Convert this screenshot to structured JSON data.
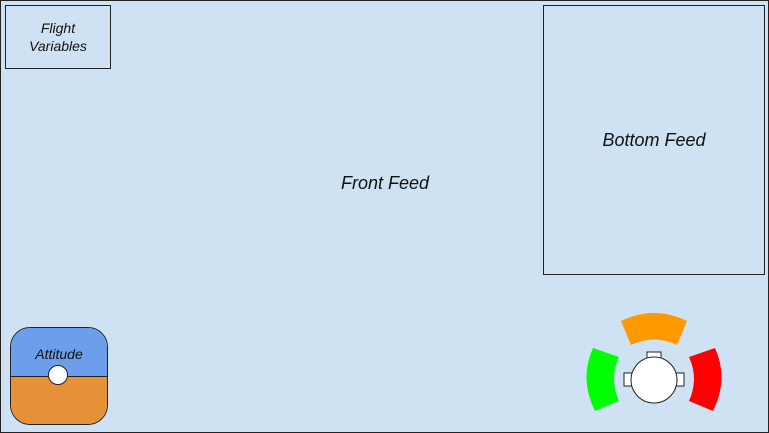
{
  "labels": {
    "flight_variables": "Flight Variables",
    "bottom_feed": "Bottom Feed",
    "front_feed": "Front Feed",
    "attitude": "Attitude"
  },
  "colors": {
    "background": "#cfe2f3",
    "sky": "#6d9eeb",
    "ground": "#e69138",
    "sensor_front": "#ff9900",
    "sensor_left": "#00ff00",
    "sensor_right": "#ff0000"
  },
  "icons": {
    "proximity_widget": "drone-top-view-icon"
  }
}
